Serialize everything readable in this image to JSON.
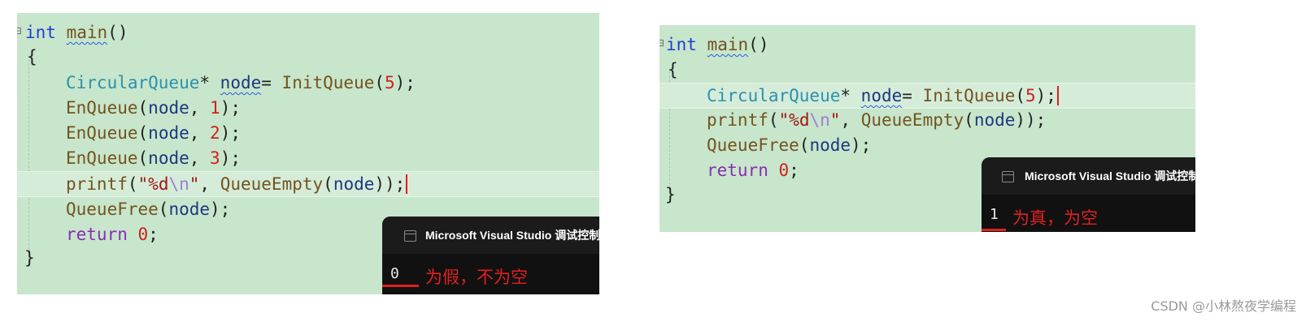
{
  "left_panel": {
    "lines": {
      "l0": {
        "kw": "int",
        "fn": "main",
        "rest": "()"
      },
      "l1": {
        "brace": "{"
      },
      "l2": {
        "type": "CircularQueue",
        "star": "* ",
        "var": "node",
        "eq": "= ",
        "fn": "InitQueue",
        "open": "(",
        "num": "5",
        "close": ");"
      },
      "l3": {
        "fn": "EnQueue",
        "open": "(",
        "var": "node",
        "comma": ", ",
        "num": "1",
        "close": ");"
      },
      "l4": {
        "fn": "EnQueue",
        "open": "(",
        "var": "node",
        "comma": ", ",
        "num": "2",
        "close": ");"
      },
      "l5": {
        "fn": "EnQueue",
        "open": "(",
        "var": "node",
        "comma": ", ",
        "num": "3",
        "close": ");"
      },
      "l6": {
        "fn": "printf",
        "open": "(",
        "q1": "\"",
        "fmt": "%d",
        "esc": "\\n",
        "q2": "\"",
        "comma": ", ",
        "fn2": "QueueEmpty",
        "open2": "(",
        "var": "node",
        "close": "));"
      },
      "l7": {
        "fn": "QueueFree",
        "open": "(",
        "var": "node",
        "close": ");"
      },
      "l8": {
        "kw": "return",
        "sp": " ",
        "num": "0",
        "close": ";"
      },
      "l9": {
        "brace": "}"
      }
    },
    "console": {
      "title": "Microsoft Visual Studio 调试控制台",
      "output": "0"
    },
    "annotation": "为假，不为空"
  },
  "right_panel": {
    "lines": {
      "l0": {
        "kw": "int",
        "fn": "main",
        "rest": "()"
      },
      "l1": {
        "brace": "{"
      },
      "l2": {
        "type": "CircularQueue",
        "star": "* ",
        "var": "node",
        "eq": "= ",
        "fn": "InitQueue",
        "open": "(",
        "num": "5",
        "close": ");"
      },
      "l3": {
        "fn": "printf",
        "open": "(",
        "q1": "\"",
        "fmt": "%d",
        "esc": "\\n",
        "q2": "\"",
        "comma": ", ",
        "fn2": "QueueEmpty",
        "open2": "(",
        "var": "node",
        "close": "));"
      },
      "l4": {
        "fn": "QueueFree",
        "open": "(",
        "var": "node",
        "close": ");"
      },
      "l5": {
        "kw": "return",
        "sp": " ",
        "num": "0",
        "close": ";"
      },
      "l6": {
        "brace": "}"
      }
    },
    "console": {
      "title": "Microsoft Visual Studio 调试控制台",
      "output": "1"
    },
    "annotation": "为真，为空"
  },
  "watermark": "CSDN @小林熬夜学编程",
  "colors": {
    "editor_bg": "#c7e6cb",
    "keyword": "#1f3fd1",
    "type": "#2b91af",
    "function": "#74531f",
    "number": "#d02020",
    "annotation": "#e02020"
  }
}
